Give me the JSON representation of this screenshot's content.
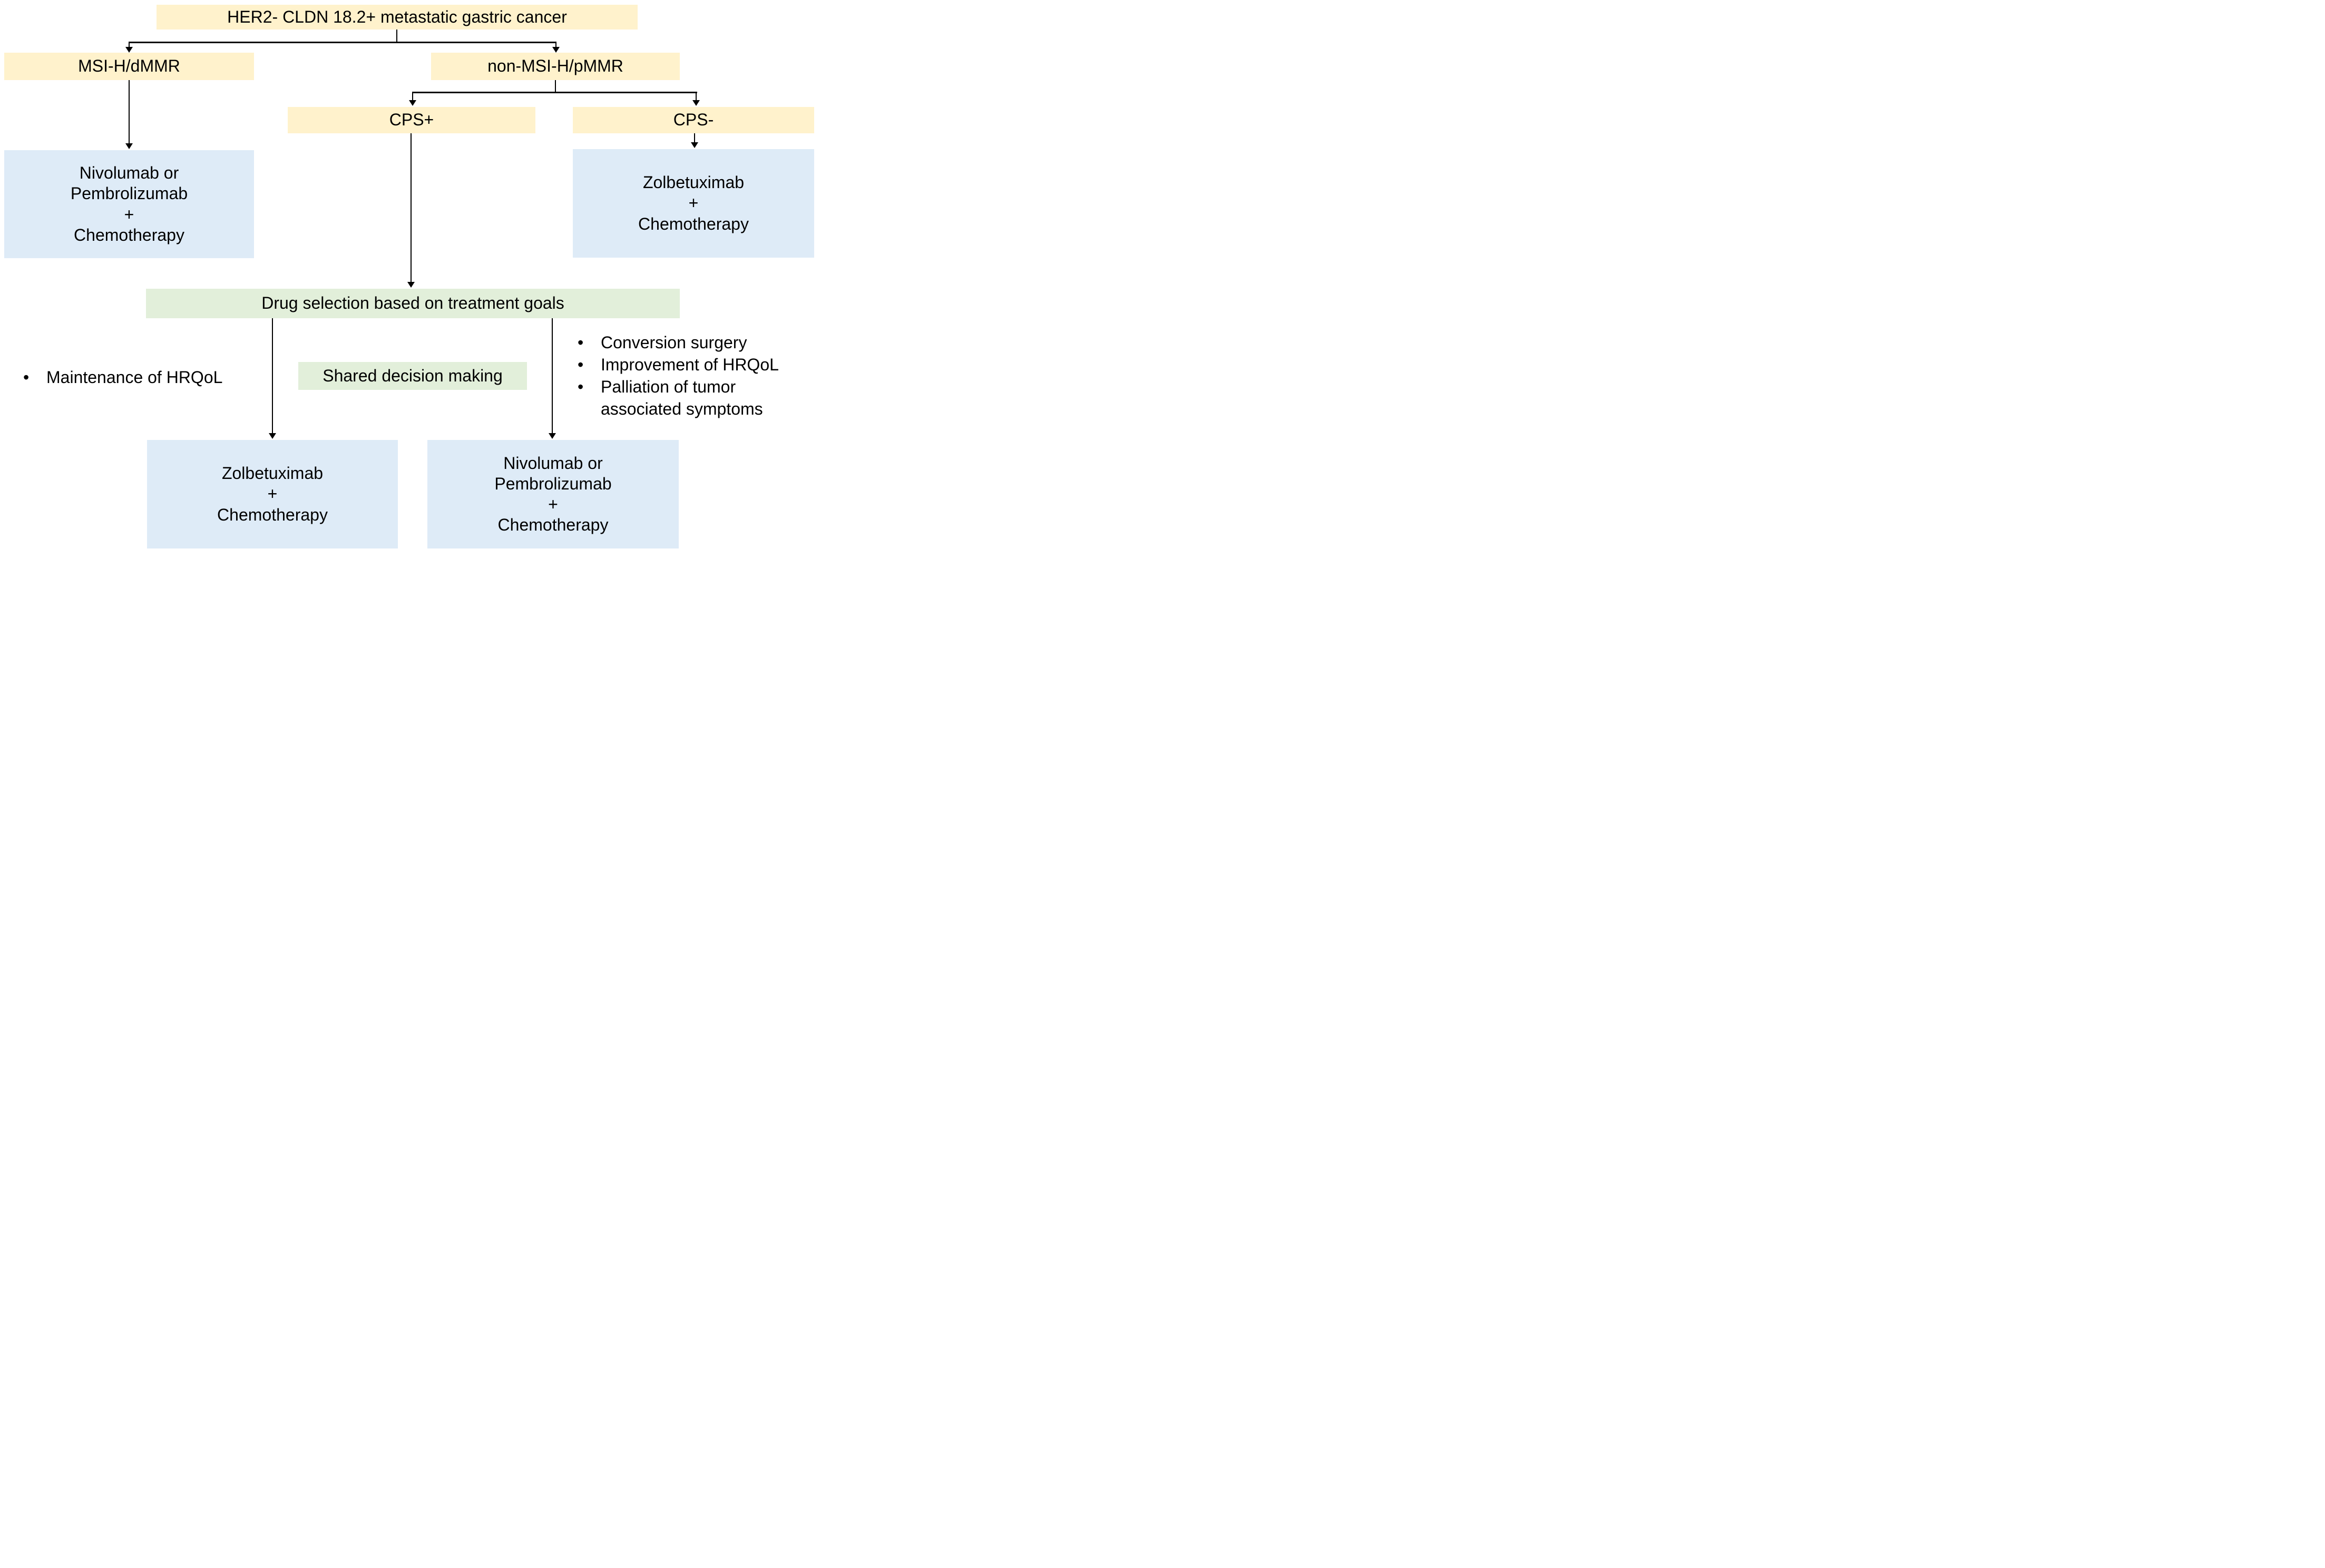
{
  "colors": {
    "node_yellow": "#FFF2CC",
    "node_blue": "#DEEBF7",
    "node_green": "#E2EFDA",
    "line": "#000000",
    "text": "#000000",
    "background": "#FFFFFF"
  },
  "bullet_glyph": "•",
  "root": {
    "label": "HER2- CLDN 18.2+ metastatic gastric cancer"
  },
  "msi_branch": {
    "label": "MSI-H/dMMR",
    "outcome": "Nivolumab or\nPembrolizumab\n+\nChemotherapy"
  },
  "non_msi_branch": {
    "label": "non-MSI-H/pMMR",
    "cps_positive": {
      "label": "CPS+"
    },
    "cps_negative": {
      "label": "CPS-",
      "outcome": "Zolbetuximab\n+\nChemotherapy"
    }
  },
  "drug_selection": {
    "label": "Drug selection based on treatment goals"
  },
  "shared_decision": {
    "label": "Shared decision making"
  },
  "goals_left": {
    "items": [
      "Maintenance of HRQoL"
    ]
  },
  "goals_right": {
    "items": [
      "Conversion surgery",
      "Improvement of HRQoL",
      "Palliation of tumor associated symptoms"
    ]
  },
  "outcomes_bottom": {
    "left": "Zolbetuximab\n+\nChemotherapy",
    "right": "Nivolumab or\nPembrolizumab\n+\nChemotherapy"
  }
}
